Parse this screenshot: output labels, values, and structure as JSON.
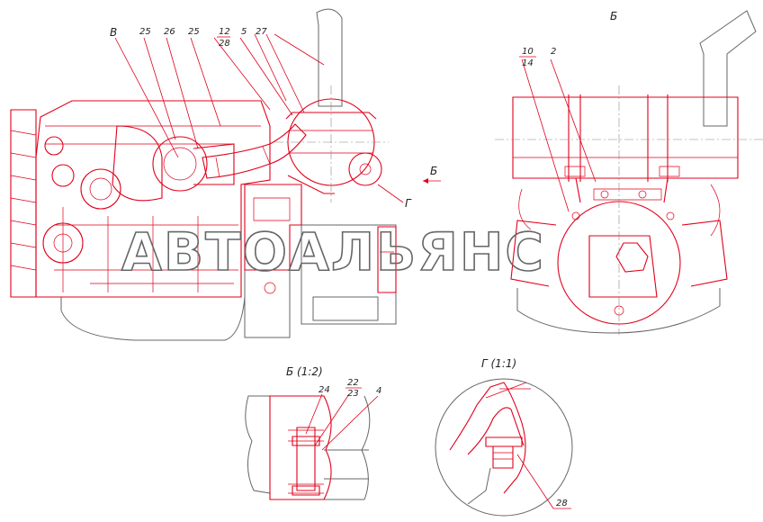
{
  "watermark": "АВТОАЛЬЯНС",
  "views": {
    "main": {
      "callouts": [
        "В",
        "25",
        "26",
        "25",
        "12",
        "28",
        "5",
        "27"
      ],
      "section_marker": "Б",
      "detail_marker": "Г"
    },
    "view_b": {
      "title": "Б",
      "callouts": [
        "10",
        "14",
        "2"
      ]
    },
    "section_b": {
      "title": "Б (1:2)",
      "callouts": [
        "24",
        "22",
        "23",
        "4"
      ]
    },
    "detail_g": {
      "title": "Г (1:1)",
      "callouts": [
        "28"
      ]
    }
  },
  "colors": {
    "parts": "#e0001b",
    "outline": "#666666",
    "background": "#ffffff"
  }
}
